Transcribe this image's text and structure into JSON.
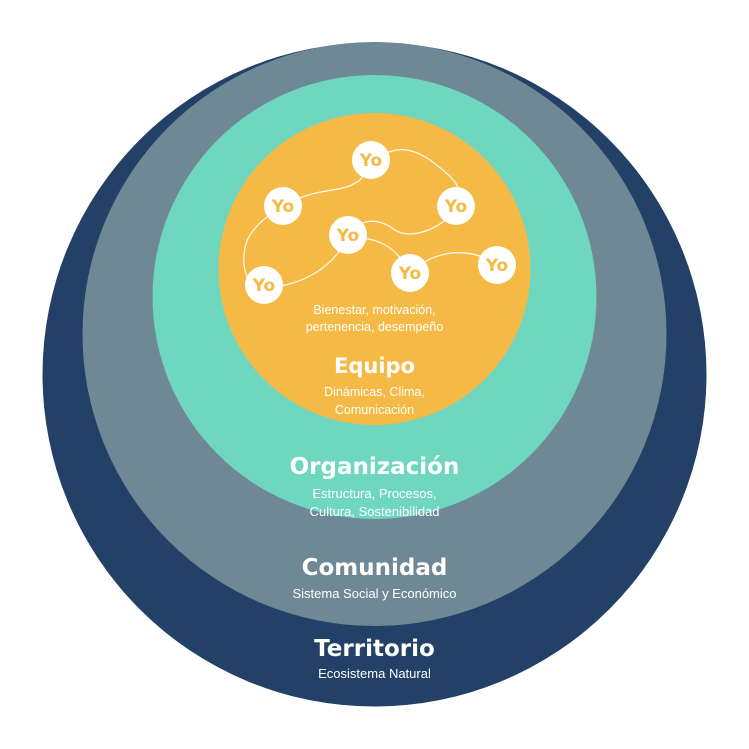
{
  "colors": {
    "territorio": "#234166",
    "comunidad": "#6E8895",
    "organizacion": "#6FD6C0",
    "equipo": "#F5BA45",
    "yo_fill": "#ffffff",
    "text": "#ffffff"
  },
  "layers": {
    "territorio": {
      "title": "Territorio",
      "subtitle": "Ecosistema Natural"
    },
    "comunidad": {
      "title": "Comunidad",
      "subtitle": "Sistema Social y Económico"
    },
    "organizacion": {
      "title": "Organización",
      "subtitle_line1": "Estructura, Procesos,",
      "subtitle_line2": "Cultura, Sostenibilidad"
    },
    "equipo": {
      "title": "Equipo",
      "subtitle_line1": "Dinámicas, Clima,",
      "subtitle_line2": "Comunicación",
      "wellbeing_line1": "Bienestar, motivación,",
      "wellbeing_line2": "pertenencia, desempeño"
    }
  },
  "yo_nodes": [
    {
      "label": "Yo"
    },
    {
      "label": "Yo"
    },
    {
      "label": "Yo"
    },
    {
      "label": "Yo"
    },
    {
      "label": "Yo"
    },
    {
      "label": "Yo"
    },
    {
      "label": "Yo"
    }
  ]
}
